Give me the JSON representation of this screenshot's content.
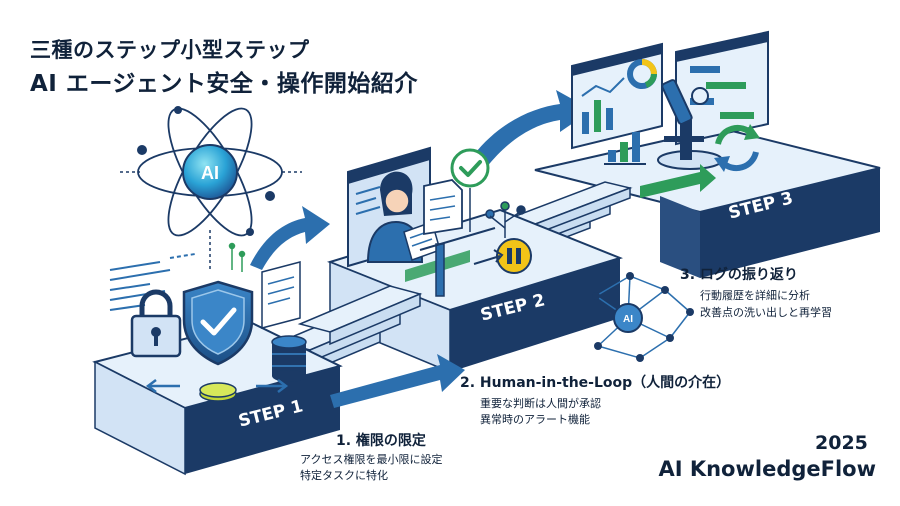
{
  "title": {
    "line1": "三種のステップ小型ステップ",
    "line2": "AI エージェント安全・操作開始紹介"
  },
  "steps": [
    {
      "badge": "STEP 1",
      "heading": "1. 権限の限定",
      "lines": [
        "アクセス権限を最小限に設定",
        "特定タスクに特化"
      ]
    },
    {
      "badge": "STEP 2",
      "heading": "2. Human-in-the-Loop（人間の介在）",
      "lines": [
        "重要な判断は人間が承認",
        "異常時のアラート機能"
      ]
    },
    {
      "badge": "STEP 3",
      "heading": "3. ログの振り返り",
      "lines": [
        "行動履歴を詳細に分析",
        "改善点の洗い出しと再学習"
      ]
    }
  ],
  "ai_label": "AI",
  "footer": {
    "year": "2025",
    "brand": "AI KnowledgeFlow"
  },
  "colors": {
    "dark_navy": "#1b3a66",
    "top_face": "#e6f1fb",
    "step_front": "#d2e3f5",
    "arrow_blue": "#2c6fae",
    "accent_green": "#2e9c5a",
    "accent_yellow": "#f2c418",
    "text": "#10223a"
  }
}
